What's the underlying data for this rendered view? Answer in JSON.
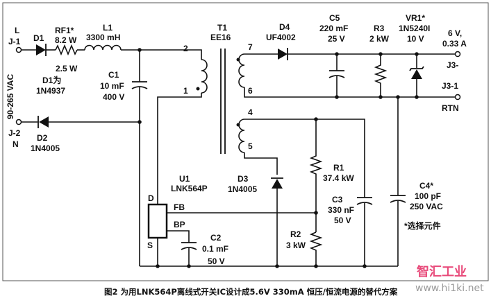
{
  "figure": {
    "caption": "图2 为用LNK564P离线式开关IC设计成5.6V 330mA 恒压/恒流电源的替代方案",
    "watermark": "智汇工业",
    "watermark_url": "www.hi1ki.net"
  },
  "input": {
    "j1_letter": "L",
    "j1_label": "J-1",
    "j2_label": "J-2",
    "j2_letter": "N",
    "vac_label": "90-265 VAC"
  },
  "components": {
    "d1_name": "D1",
    "rf1_name": "RF1*",
    "rf1_value": "8.2 W",
    "rf1_power": "2.5 W",
    "d1_alt_line1": "D1为",
    "d1_alt_line2": "1N4937",
    "l1_name": "L1",
    "l1_value": "3300 mH",
    "c1_name": "C1",
    "c1_value": "10 mF",
    "c1_voltage": "400 V",
    "d2_name": "D2",
    "d2_part": "1N4005",
    "t1_name": "T1",
    "t1_core": "EE16",
    "pin2": "2",
    "pin1": "1",
    "pin7": "7",
    "pin6": "6",
    "pin4": "4",
    "pin5": "5",
    "d4_name": "D4",
    "d4_part": "UF4002",
    "c5_name": "C5",
    "c5_value": "220 mF",
    "c5_voltage": "25 V",
    "r3_name": "R3",
    "r3_value": "2 kW",
    "vr1_name": "VR1*",
    "vr1_part": "1N5240I",
    "vr1_voltage": "10 V",
    "out_voltage": "6 V,",
    "out_current": "0.33 A",
    "j3_label": "J3-",
    "j3_1_label": "J3-1",
    "rtn_label": "RTN",
    "d3_name": "D3",
    "d3_part": "1N4005",
    "r1_name": "R1",
    "r1_value": "37.4 kW",
    "c3_name": "C3",
    "c3_value": "330 nF",
    "c3_voltage": "50 V",
    "r2_name": "R2",
    "r2_value": "3 kW",
    "c4_name": "C4*",
    "c4_value": "100 pF",
    "c4_voltage": "250 VAC",
    "optional_note": "*选择元件",
    "u1_name": "U1",
    "u1_part": "LNK564P",
    "pin_d": "D",
    "pin_fb": "FB",
    "pin_bp": "BP",
    "pin_s": "S",
    "c2_name": "C2",
    "c2_value": "0.1 mF",
    "c2_voltage": "50 V"
  }
}
